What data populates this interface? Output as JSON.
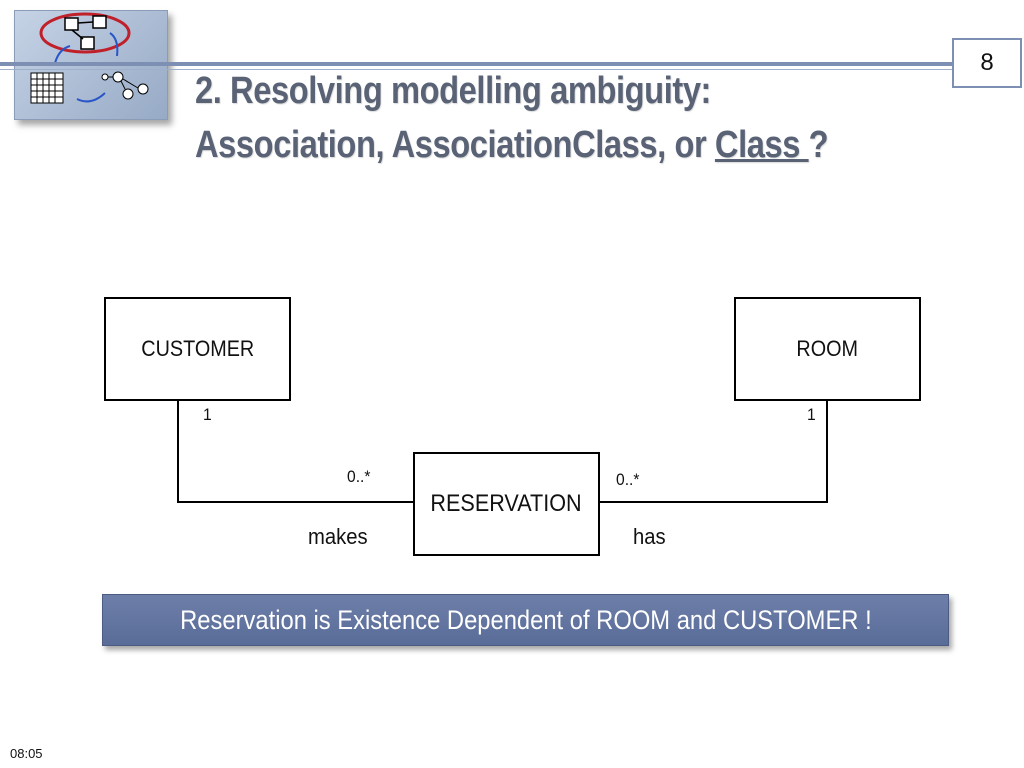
{
  "slide": {
    "page_number": "8",
    "time": "08:05"
  },
  "title": {
    "line1": "2. Resolving modelling ambiguity:",
    "line2_prefix": "Association, AssociationClass, or ",
    "line2_underlined": "Class ",
    "line2_suffix": "?"
  },
  "diagram": {
    "classes": {
      "customer": "CUSTOMER",
      "room": "ROOM",
      "reservation": "RESERVATION"
    },
    "multiplicities": {
      "customer_end": "1",
      "room_end": "1",
      "reservation_customer_end": "0..*",
      "reservation_room_end": "0..*"
    },
    "associations": {
      "customer_reservation": "makes",
      "reservation_room": "has"
    }
  },
  "banner": {
    "text": "Reservation is Existence Dependent of ROOM and CUSTOMER !"
  },
  "colors": {
    "accent": "#7d90b3",
    "banner": "#5f72a0",
    "title": "#5a6376",
    "logo_ring": "#c0202a"
  }
}
